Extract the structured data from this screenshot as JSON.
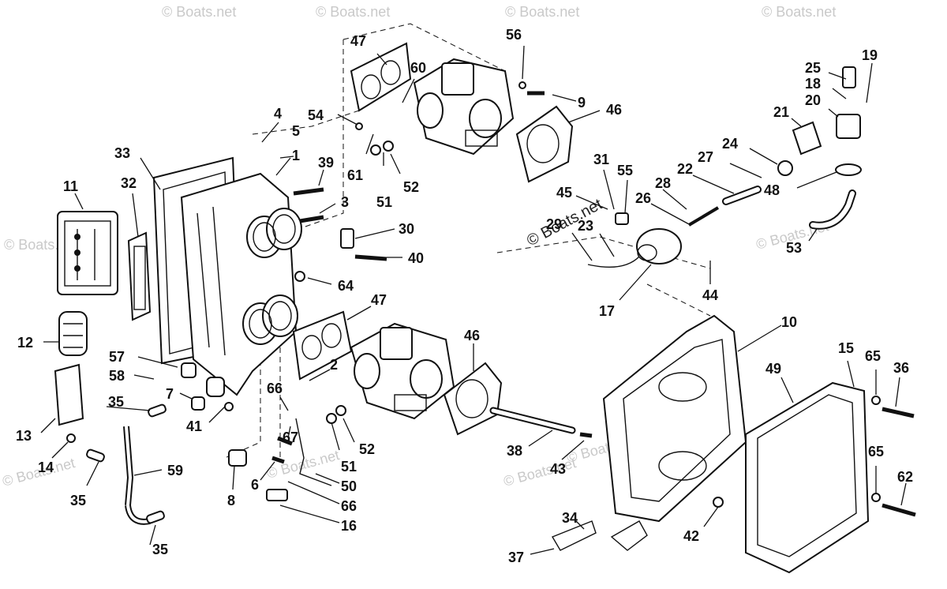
{
  "watermarks": [
    "© Boats.net",
    "© Boats.net",
    "© Boats.net",
    "© Boats.net",
    "© Boats.net",
    "© Boats.net",
    "© Boats.net",
    "© Boats.net",
    "© Boats.net",
    "© Boats.net",
    "© Boats.net"
  ],
  "center_watermark": "© Boats.net",
  "callouts": [
    "47",
    "60",
    "56",
    "9",
    "46",
    "54",
    "4",
    "5",
    "1",
    "33",
    "11",
    "32",
    "39",
    "3",
    "61",
    "51",
    "52",
    "30",
    "40",
    "64",
    "47",
    "12",
    "57",
    "58",
    "7",
    "41",
    "13",
    "14",
    "35",
    "35",
    "59",
    "35",
    "8",
    "6",
    "66",
    "67",
    "50",
    "66",
    "16",
    "2",
    "46",
    "52",
    "51",
    "38",
    "43",
    "34",
    "37",
    "42",
    "10",
    "49",
    "15",
    "65",
    "36",
    "65",
    "62",
    "31",
    "55",
    "45",
    "29",
    "23",
    "26",
    "28",
    "22",
    "27",
    "24",
    "17",
    "44",
    "25",
    "18",
    "19",
    "20",
    "21",
    "48",
    "53"
  ]
}
